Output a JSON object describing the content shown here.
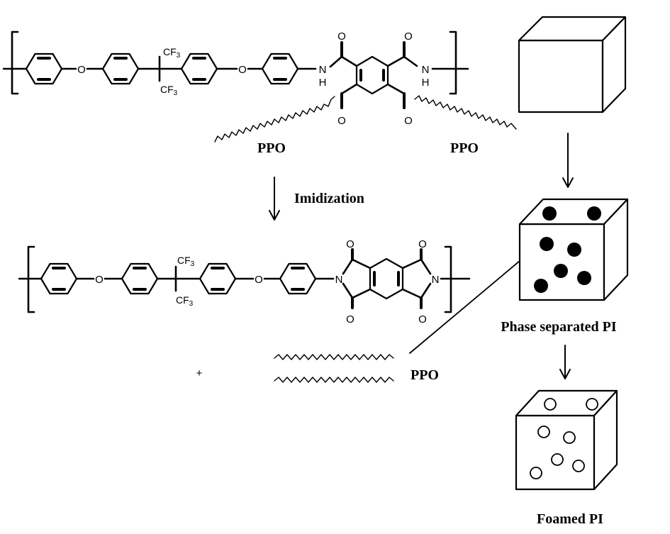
{
  "top_structure": {
    "atoms": {
      "o": "O",
      "cf3": "CF",
      "cf3_sub": "3",
      "nh": "N",
      "h": "H"
    },
    "ppo_left": "PPO",
    "ppo_right": "PPO"
  },
  "step": {
    "label": "Imidization"
  },
  "bottom_structure": {
    "atoms": {
      "o": "O",
      "cf3": "CF",
      "cf3_sub": "3",
      "n": "N"
    },
    "plus": "+",
    "ppo": "PPO"
  },
  "cubes": {
    "phase_label": "Phase separated PI",
    "foamed_label": "Foamed PI"
  },
  "colors": {
    "ink": "#000000",
    "background": "#ffffff"
  }
}
